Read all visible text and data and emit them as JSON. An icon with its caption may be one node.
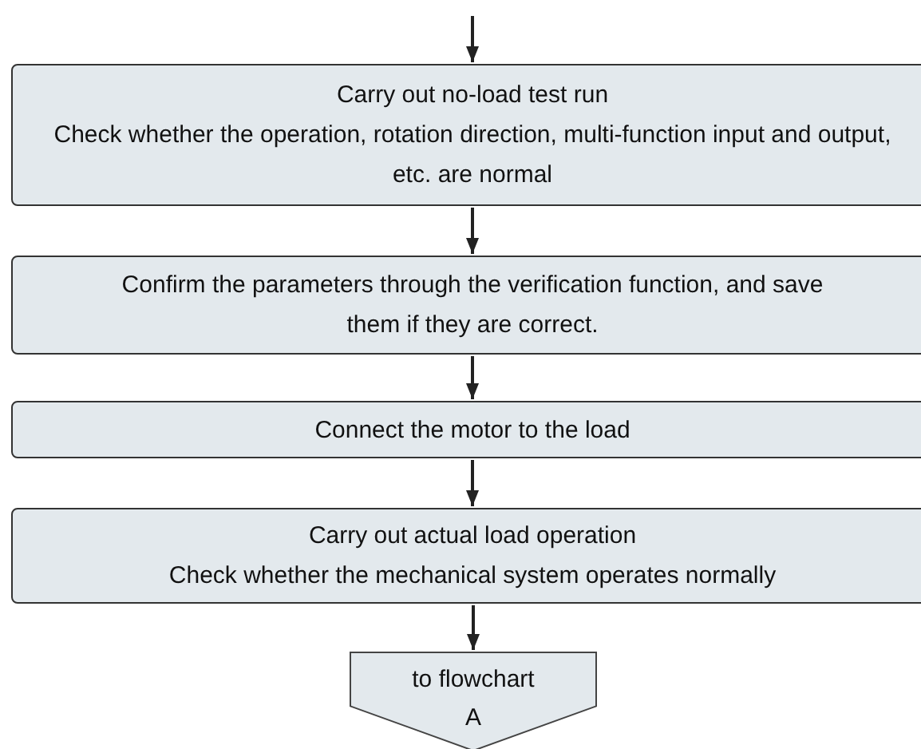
{
  "diagram": {
    "nodes": [
      {
        "text": [
          "Carry out no-load test run",
          "Check whether the operation, rotation direction, multi-function input and output, etc. are normal"
        ]
      },
      {
        "text": [
          "Confirm the parameters through the verification function, and save them if they are correct."
        ]
      },
      {
        "text": [
          "Connect the motor to the load"
        ]
      },
      {
        "text": [
          "Carry out actual load operation",
          "Check whether the mechanical system operates normally"
        ]
      },
      {
        "text": [
          "to flowchart A"
        ]
      }
    ],
    "edges": [
      {
        "from": null,
        "to": 0,
        "arrow": "to"
      },
      {
        "from": 0,
        "to": 1,
        "arrow": "to"
      },
      {
        "from": 1,
        "to": 2,
        "arrow": "to"
      },
      {
        "from": 2,
        "to": 3,
        "arrow": "to"
      },
      {
        "from": 3,
        "to": 4,
        "arrow": "to"
      }
    ]
  }
}
